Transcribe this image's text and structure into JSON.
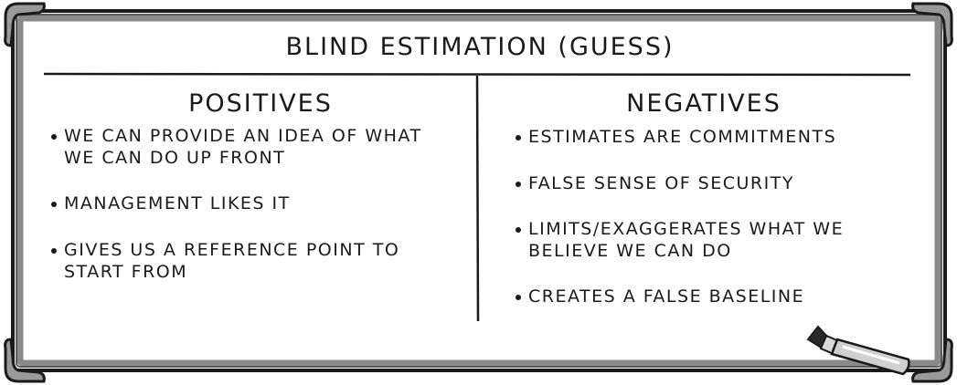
{
  "title": "BLIND ESTIMATION (GUESS)",
  "positives": {
    "heading": "POSITIVES",
    "items": [
      {
        "line1": "WE CAN PROVIDE AN IDEA OF WHAT",
        "line2": "WE CAN DO UP FRONT"
      },
      {
        "line1": "MANAGEMENT LIKES IT",
        "line2": ""
      },
      {
        "line1": "GIVES US A REFERENCE POINT TO",
        "line2": "START FROM"
      }
    ]
  },
  "negatives": {
    "heading": "NEGATIVES",
    "items": [
      {
        "line1": "ESTIMATES ARE COMMITMENTS",
        "line2": ""
      },
      {
        "line1": "FALSE SENSE OF SECURITY",
        "line2": ""
      },
      {
        "line1": "LIMITS/EXAGGERATES WHAT WE",
        "line2": "BELIEVE WE CAN DO"
      },
      {
        "line1": "CREATES A FALSE BASELINE",
        "line2": ""
      }
    ]
  }
}
